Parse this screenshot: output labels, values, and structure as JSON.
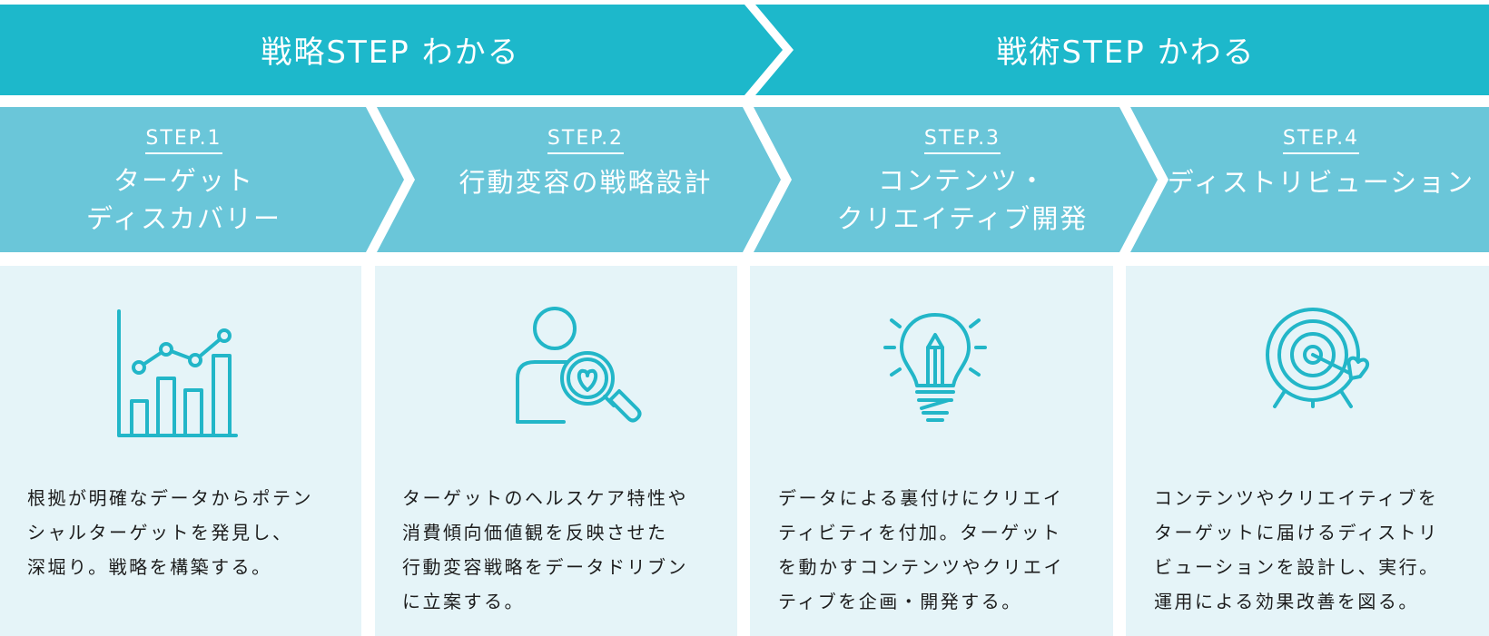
{
  "colors": {
    "phase_band": "#1db8cb",
    "step_band": "#6ac6d9",
    "card_bg": "#e5f4f8",
    "icon": "#22b6c8"
  },
  "phases": [
    {
      "title": "戦略STEP わかる"
    },
    {
      "title": "戦術STEP かわる"
    }
  ],
  "steps": [
    {
      "number": "STEP.1",
      "title": "ターゲット\nディスカバリー",
      "icon": "bar-line-chart-icon",
      "description": "根拠が明確なデータからポテン\nシャルターゲットを発見し、\n深堀り。戦略を構築する。"
    },
    {
      "number": "STEP.2",
      "title": "行動変容の戦略設計",
      "icon": "person-heart-magnifier-icon",
      "description": "ターゲットのヘルスケア特性や\n消費傾向価値観を反映させた\n行動変容戦略をデータドリブン\nに立案する。"
    },
    {
      "number": "STEP.3",
      "title": "コンテンツ・\nクリエイティブ開発",
      "icon": "lightbulb-pencil-icon",
      "description": "データによる裏付けにクリエイ\nティビティを付加。ターゲット\nを動かすコンテンツやクリエイ\nティブを企画・開発する。"
    },
    {
      "number": "STEP.4",
      "title": "ディストリビューション",
      "icon": "target-arrow-icon",
      "description": "コンテンツやクリエイティブを\nターゲットに届けるディストリ\nビューションを設計し、実行。\n運用による効果改善を図る。"
    }
  ]
}
